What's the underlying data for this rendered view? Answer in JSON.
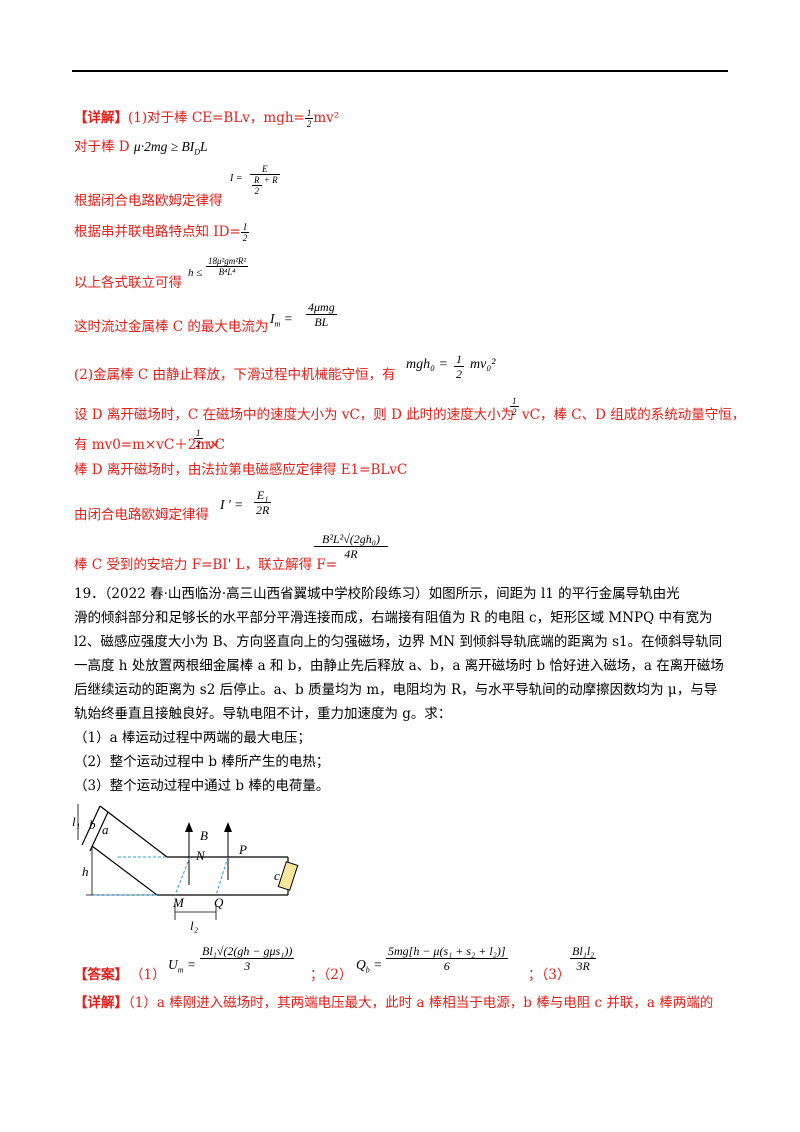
{
  "line1": {
    "tag": "【详解】",
    "text": "(1)对于棒 CE=BLv，mgh=",
    "half_num": "1",
    "half_den": "2",
    "tail": "mv²"
  },
  "line2": {
    "text": "对于棒 D",
    "formula": "μ·2mg ≥ BI",
    "sub": "D",
    "tail": "L"
  },
  "line3": {
    "text": "根据闭合电路欧姆定律得",
    "lhs": "I =",
    "num": "E",
    "den_a": "R",
    "den_b": "2",
    "den_c": "+ R"
  },
  "line4": {
    "text": "根据串并联电路特点知 ID=",
    "num": "I",
    "den": "2"
  },
  "line5": {
    "text": "以上各式联立可得",
    "lhs": "h ≤",
    "num": "18μ²gm²R²",
    "den": "B⁴L⁴"
  },
  "line6": {
    "text": "这时流过金属棒 C 的最大电流为",
    "lhs": "I",
    "sub": "m",
    "eq": "=",
    "num": "4μmg",
    "den": "BL"
  },
  "line7": {
    "text": "(2)金属棒 C 由静止释放，下滑过程中机械能守恒，有",
    "lhs": "mgh₀ =",
    "num": "1",
    "den": "2",
    "tail": "mv₀²"
  },
  "line8": {
    "text_a": "设 D 离开磁场时，C 在磁场中的速度大小为 vC，则 D 此时的速度大小为",
    "num": "1",
    "den": "2",
    "text_b": "vC，棒 C、D 组成的系统动量守恒，"
  },
  "line9": {
    "text_a": "有 mv0=m×vC＋2m×",
    "num": "1",
    "den": "2",
    "text_b": "vC"
  },
  "line10": {
    "text": "棒 D 离开磁场时，由法拉第电磁感应定律得 E1=BLvC"
  },
  "line11": {
    "text": "由闭合电路欧姆定律得",
    "lhs": "I ' =",
    "num": "E₁",
    "den": "2R"
  },
  "line12": {
    "text": "棒 C 受到的安培力 F=BI' L，联立解得 F=",
    "num": "B²L²√(2gh₀)",
    "den": "4R"
  },
  "problem": {
    "lines": [
      "19．（2022 春·山西临汾·高三山西省翼城中学校阶段练习）如图所示，间距为 l1 的平行金属导轨由光",
      "滑的倾斜部分和足够长的水平部分平滑连接而成，右端接有阻值为 R 的电阻 c，矩形区域 MNPQ 中有宽为",
      "l2、磁感应强度大小为 B、方向竖直向上的匀强磁场，边界 MN 到倾斜导轨底端的距离为 s1。在倾斜导轨同",
      "一高度 h 处放置两根细金属棒 a 和 b，由静止先后释放 a、b，a 离开磁场时 b 恰好进入磁场，a 在离开磁场",
      "后继续运动的距离为 s2 后停止。a、b 质量均为 m，电阻均为 R，与水平导轨间的动摩擦因数均为 μ，与导",
      "轨始终垂直且接触良好。导轨电阻不计，重力加速度为 g。求："
    ],
    "questions": [
      "（1）a 棒运动过程中两端的最大电压；",
      "（2）整个运动过程中 b 棒所产生的电热；",
      "（3）整个运动过程中通过 b 棒的电荷量。"
    ]
  },
  "figure": {
    "labels": {
      "l1": "l₁",
      "b": "b",
      "a": "a",
      "B": "B",
      "N": "N",
      "P": "P",
      "c": "c",
      "h": "h",
      "M": "M",
      "Q": "Q",
      "l2": "l₂"
    }
  },
  "answer": {
    "tag": "【答案】",
    "p1": "（1）",
    "a1_lhs": "U",
    "a1_sub": "m",
    "a1_eq": "=",
    "a1_num": "Bl₁√(2(gh − gμs₁))",
    "a1_den": "3",
    "sep1": "；（2）",
    "a2_lhs": "Q",
    "a2_sub": "b",
    "a2_eq": "=",
    "a2_num": "5mg[h − μ(s₁ + s₂ + l₂)]",
    "a2_den": "6",
    "sep2": "；（3）",
    "a3_num": "Bl₁l₂",
    "a3_den": "3R"
  },
  "detail_last": {
    "tag": "【详解】",
    "text": "（1）a 棒刚进入磁场时，其两端电压最大，此时 a 棒相当于电源，b 棒与电阻 c 并联，a 棒两端的"
  }
}
